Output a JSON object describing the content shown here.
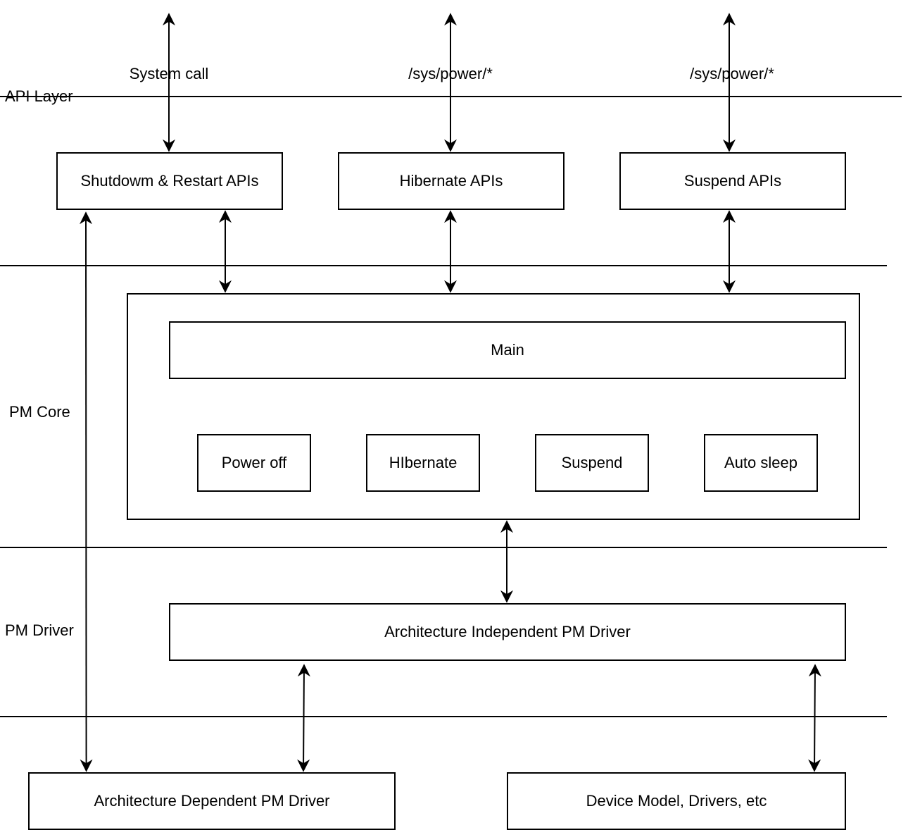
{
  "top_labels": {
    "syscall": "System call",
    "sys_power_1": "/sys/power/*",
    "sys_power_2": "/sys/power/*"
  },
  "layers": {
    "api": "API Layer",
    "core": "PM Core",
    "driver": "PM Driver"
  },
  "api_boxes": {
    "shutdown": "Shutdowm & Restart APIs",
    "hibernate": "Hibernate APIs",
    "suspend": "Suspend APIs"
  },
  "core": {
    "main": "Main",
    "power_off": "Power off",
    "hibernate": "HIbernate",
    "suspend": "Suspend",
    "auto_sleep": "Auto sleep"
  },
  "drivers": {
    "arch_independent": "Architecture Independent PM Driver",
    "arch_dependent": "Architecture Dependent PM Driver",
    "device_model": "Device Model, Drivers, etc"
  }
}
